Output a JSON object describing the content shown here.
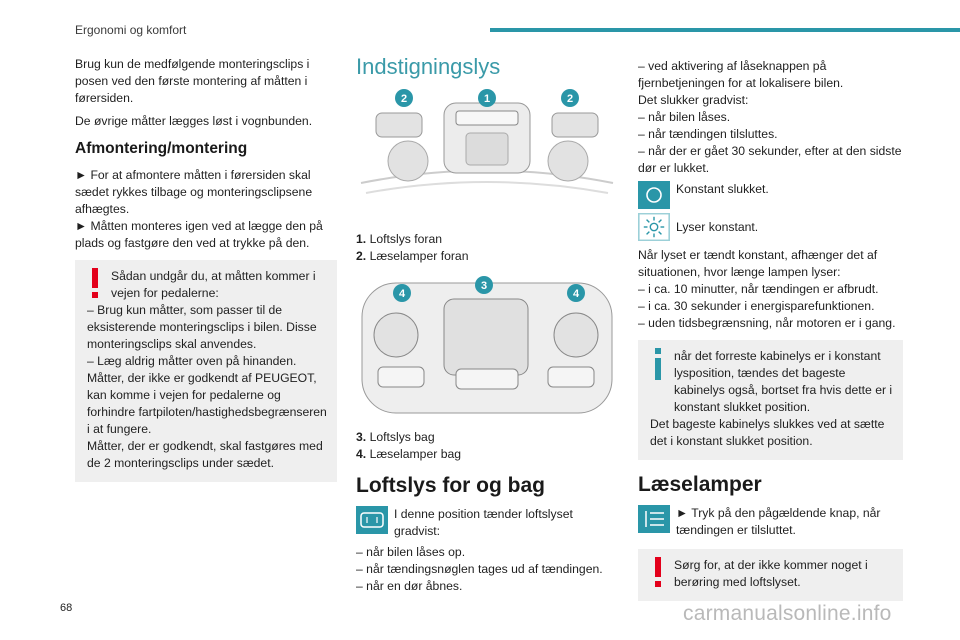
{
  "header": {
    "section_title": "Ergonomi og komfort"
  },
  "page_number": "68",
  "watermark": "carmanualsonline.info",
  "col1": {
    "intro_1": "Brug kun de medfølgende monteringsclips i posen ved den første montering af måtten i førersiden.",
    "intro_2": "De øvrige måtter lægges løst i vognbunden.",
    "heading": "Afmontering/montering",
    "step_1": "► For at afmontere måtten i førersiden skal sædet rykkes tilbage og monteringsclipsene afhægtes.",
    "step_2": "► Måtten monteres igen ved at lægge den på plads og fastgøre den ved at trykke på den.",
    "warning_lines": [
      "Sådan undgår du, at måtten kommer i vejen for pedalerne:",
      "– Brug kun måtter, som passer til de eksisterende monteringsclips i bilen. Disse monteringsclips skal anvendes.",
      "– Læg aldrig måtter oven på hinanden.",
      "Måtter, der ikke er godkendt af PEUGEOT, kan komme i vejen for pedalerne og forhindre fartpiloten/hastighedsbegrænseren i at fungere.",
      "Måtter, der er godkendt, skal fastgøres med de 2 monteringsclips under sædet."
    ]
  },
  "col2": {
    "title": "Indstigningslys",
    "figure1_callouts": [
      "2",
      "1",
      "2"
    ],
    "legend1": [
      {
        "num": "1.",
        "text": "Loftslys foran"
      },
      {
        "num": "2.",
        "text": "Læselamper foran"
      }
    ],
    "figure2_callouts": [
      "4",
      "3",
      "4"
    ],
    "legend2": [
      {
        "num": "3.",
        "text": "Loftslys bag"
      },
      {
        "num": "4.",
        "text": "Læselamper bag"
      }
    ],
    "heading": "Loftslys for og bag",
    "box_text": "I denne position tænder loftslyset gradvist:",
    "items": [
      "– når bilen låses op.",
      "– når tændingsnøglen tages ud af tændingen.",
      "– når en dør åbnes."
    ]
  },
  "col3": {
    "lines_top": [
      "– ved aktivering af låseknappen på fjernbetjeningen for at lokalisere bilen.",
      "Det slukker gradvist:",
      "– når bilen låses.",
      "– når tændingen tilsluttes.",
      "– når der er gået 30 sekunder, efter at den sidste dør er lukket."
    ],
    "off_label": "Konstant slukket.",
    "on_label": "Lyser konstant.",
    "lines_mid": [
      "Når lyset er tændt konstant, afhænger det af situationen, hvor længe lampen lyser:",
      "– i ca. 10 minutter, når tændingen er afbrudt.",
      "– i ca. 30 sekunder i energisparefunktionen.",
      "– uden tidsbegrænsning, når motoren er i gang."
    ],
    "info_lines": [
      "når det forreste kabinelys er i konstant lysposition, tændes det bageste kabinelys også, bortset fra hvis dette er i konstant slukket position.",
      "Det bageste kabinelys slukkes ved at sætte det i konstant slukket position."
    ],
    "heading": "Læselamper",
    "reading_text": "► Tryk på den pågældende knap, når tændingen er tilsluttet.",
    "warning_text": "Sørg for, at der ikke kommer noget i berøring med loftslyset."
  },
  "colors": {
    "accent": "#2a96a8",
    "warning": "#e3001b",
    "info": "#2a96a8"
  }
}
